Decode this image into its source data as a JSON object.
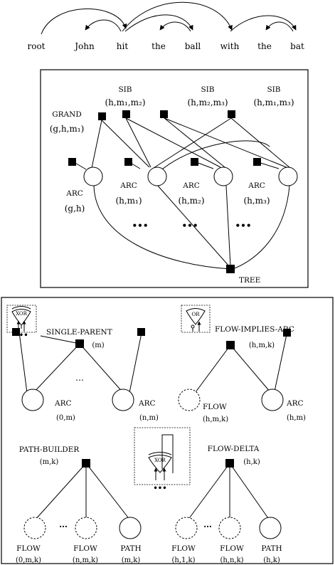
{
  "sentence": {
    "words": [
      "root",
      "John",
      "hit",
      "the",
      "ball",
      "with",
      "the",
      "bat"
    ]
  },
  "factor_graph": {
    "grand": {
      "name": "GRAND",
      "args": "(g,h,m₁)"
    },
    "sib1": {
      "name": "SIB",
      "args": "(h,m₁,m₂)"
    },
    "sib2": {
      "name": "SIB",
      "args": "(h,m₂,m₃)"
    },
    "sib3": {
      "name": "SIB",
      "args": "(h,m₁,m₃)"
    },
    "arc_gh": {
      "name": "ARC",
      "args": "(g,h)"
    },
    "arc_m1": {
      "name": "ARC",
      "args": "(h,m₁)"
    },
    "arc_m2": {
      "name": "ARC",
      "args": "(h,m₂)"
    },
    "arc_m3": {
      "name": "ARC",
      "args": "(h,m₃)"
    },
    "ellipsis": "•••",
    "tree": "TREE"
  },
  "flow_graph": {
    "single_parent": {
      "name": "SINGLE-PARENT",
      "args": "(m)"
    },
    "flow_implies_arc": {
      "name": "FLOW-IMPLIES-ARC",
      "args": "(h,m,k)"
    },
    "arc_0m": {
      "name": "ARC",
      "args": "(0,m)"
    },
    "arc_nm": {
      "name": "ARC",
      "args": "(n,m)"
    },
    "flow_hmk": {
      "name": "FLOW",
      "args": "(h,m,k)"
    },
    "arc_hm": {
      "name": "ARC",
      "args": "(h,m)"
    },
    "path_builder": {
      "name": "PATH-BUILDER",
      "args": "(m,k)"
    },
    "flow_delta": {
      "name": "FLOW-DELTA",
      "args": "(h,k)"
    },
    "flow_0mk": {
      "name": "FLOW",
      "args": "(0,m,k)"
    },
    "flow_nmk": {
      "name": "FLOW",
      "args": "(n,m,k)"
    },
    "path_mk": {
      "name": "PATH",
      "args": "(m,k)"
    },
    "flow_h1k": {
      "name": "FLOW",
      "args": "(h,1,k)"
    },
    "flow_hnk": {
      "name": "FLOW",
      "args": "(h,n,k)"
    },
    "path_hk": {
      "name": "PATH",
      "args": "(h,k)"
    },
    "gate_xor": "XOR",
    "gate_or": "OR",
    "dots_small": "•••",
    "dots_mid": "…"
  }
}
